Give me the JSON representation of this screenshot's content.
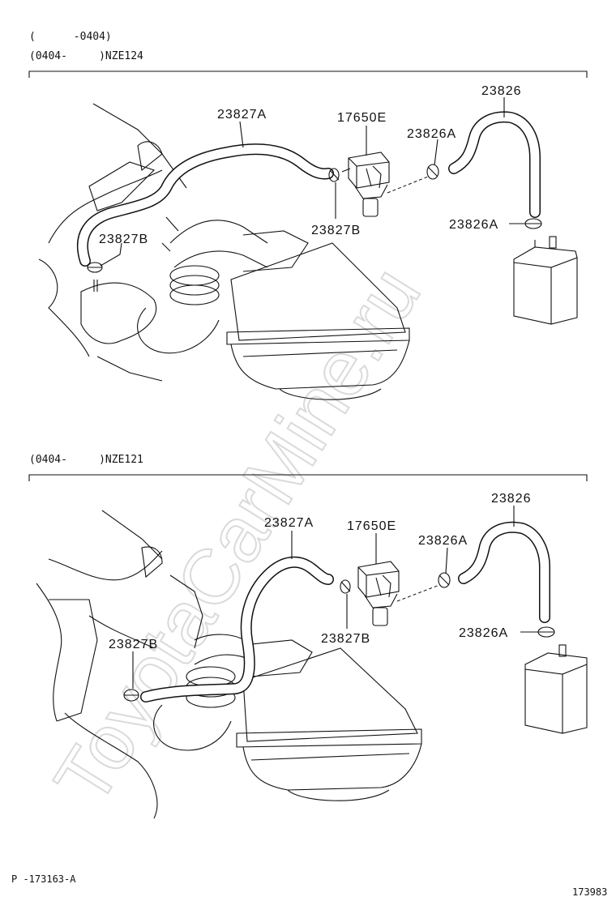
{
  "watermark": "ToyotaCarMine.ru",
  "diagram_top": {
    "header_line1": "(      -0404)",
    "header_line2": "(0404-     )NZE124",
    "labels": {
      "hose_a": "23827A",
      "valve": "17650E",
      "clamp_hose": "23826A",
      "hose": "23826",
      "clamp_canister": "23826A",
      "clamp_valve": "23827B",
      "clamp_engine": "23827B"
    }
  },
  "diagram_bottom": {
    "header_line1": "(0404-     )NZE121",
    "labels": {
      "hose_a": "23827A",
      "valve": "17650E",
      "clamp_hose": "23826A",
      "hose": "23826",
      "clamp_canister": "23826A",
      "clamp_valve": "23827B",
      "clamp_engine": "23827B"
    }
  },
  "footer": {
    "left_code": "P -173163-A",
    "right_code": "173983"
  }
}
